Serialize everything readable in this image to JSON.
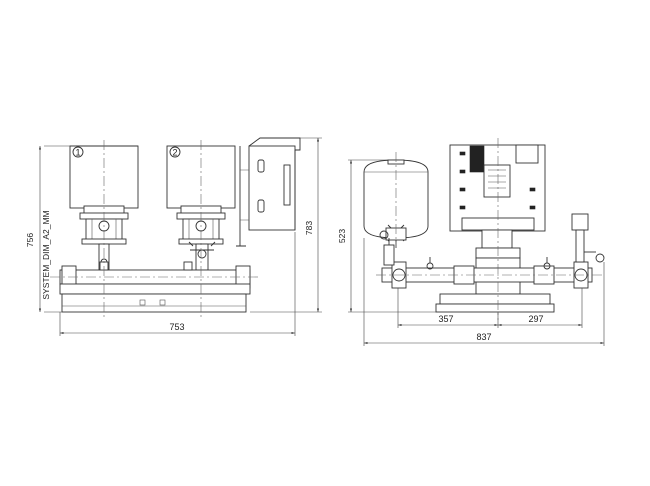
{
  "front_view": {
    "pump_labels": [
      "1",
      "2"
    ],
    "dim_height_left": "756",
    "dim_height_right": "783",
    "dim_width": "753",
    "vertical_note": "SYSTEM_DIM_A2_MM"
  },
  "side_view": {
    "dim_height": "523",
    "dim_left_segment": "357",
    "dim_right_segment": "297",
    "dim_total_width": "837"
  }
}
